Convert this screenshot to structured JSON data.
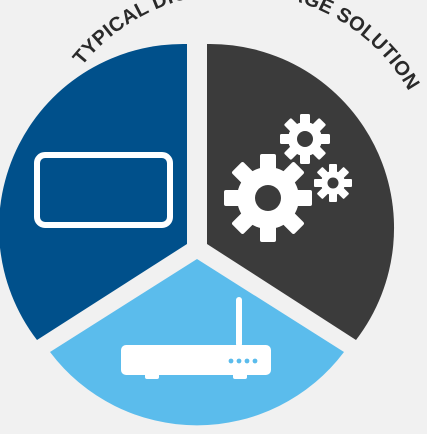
{
  "diagram": {
    "title": "TYPICAL DIGITAL SIGNAGE SOLUTION",
    "colors": {
      "background": "#f1f1f1",
      "display_segment": "#00508b",
      "software_segment": "#3b3b3b",
      "player_segment": "#5bbcec",
      "icon_fill": "#ffffff",
      "title_text": "#2a2a2a"
    },
    "segments": [
      {
        "name": "display",
        "icon": "display-screen-icon"
      },
      {
        "name": "software",
        "icon": "gears-icon"
      },
      {
        "name": "media-player",
        "icon": "media-player-router-icon"
      }
    ]
  }
}
